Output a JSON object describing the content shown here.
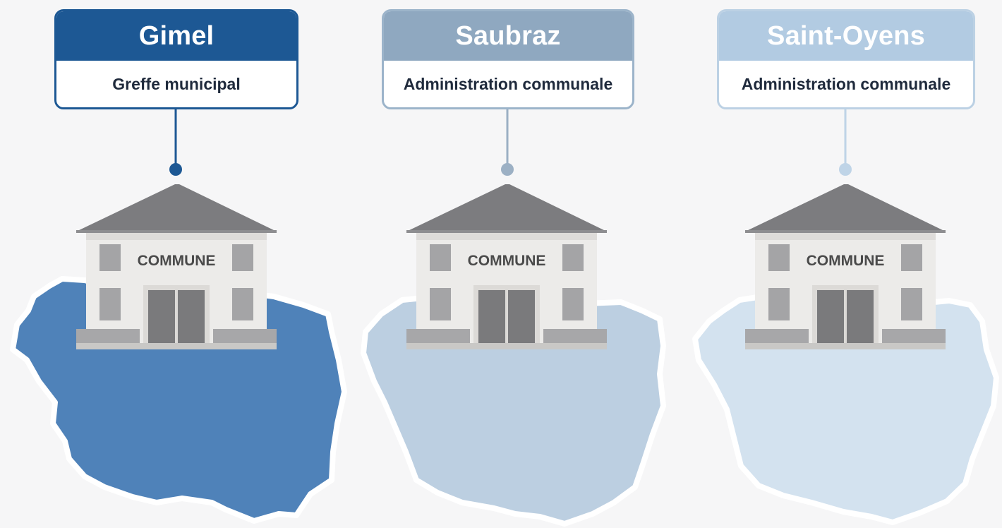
{
  "communes": [
    {
      "name": "Gimel",
      "service": "Greffe municipal",
      "building_label": "COMMUNE",
      "colors": {
        "head": "#1d5894",
        "border": "#1d5894",
        "connector": "#1d5894",
        "territory": "#4f82b9"
      }
    },
    {
      "name": "Saubraz",
      "service": "Administration communale",
      "building_label": "COMMUNE",
      "colors": {
        "head": "#8fa8c0",
        "border": "#9cb4ca",
        "connector": "#9cb0c4",
        "territory": "#bccfe1"
      }
    },
    {
      "name": "Saint-Oyens",
      "service": "Administration communale",
      "building_label": "COMMUNE",
      "colors": {
        "head": "#b2cbe2",
        "border": "#bcd1e4",
        "connector": "#bfd4e7",
        "territory": "#d3e2ef"
      }
    }
  ]
}
